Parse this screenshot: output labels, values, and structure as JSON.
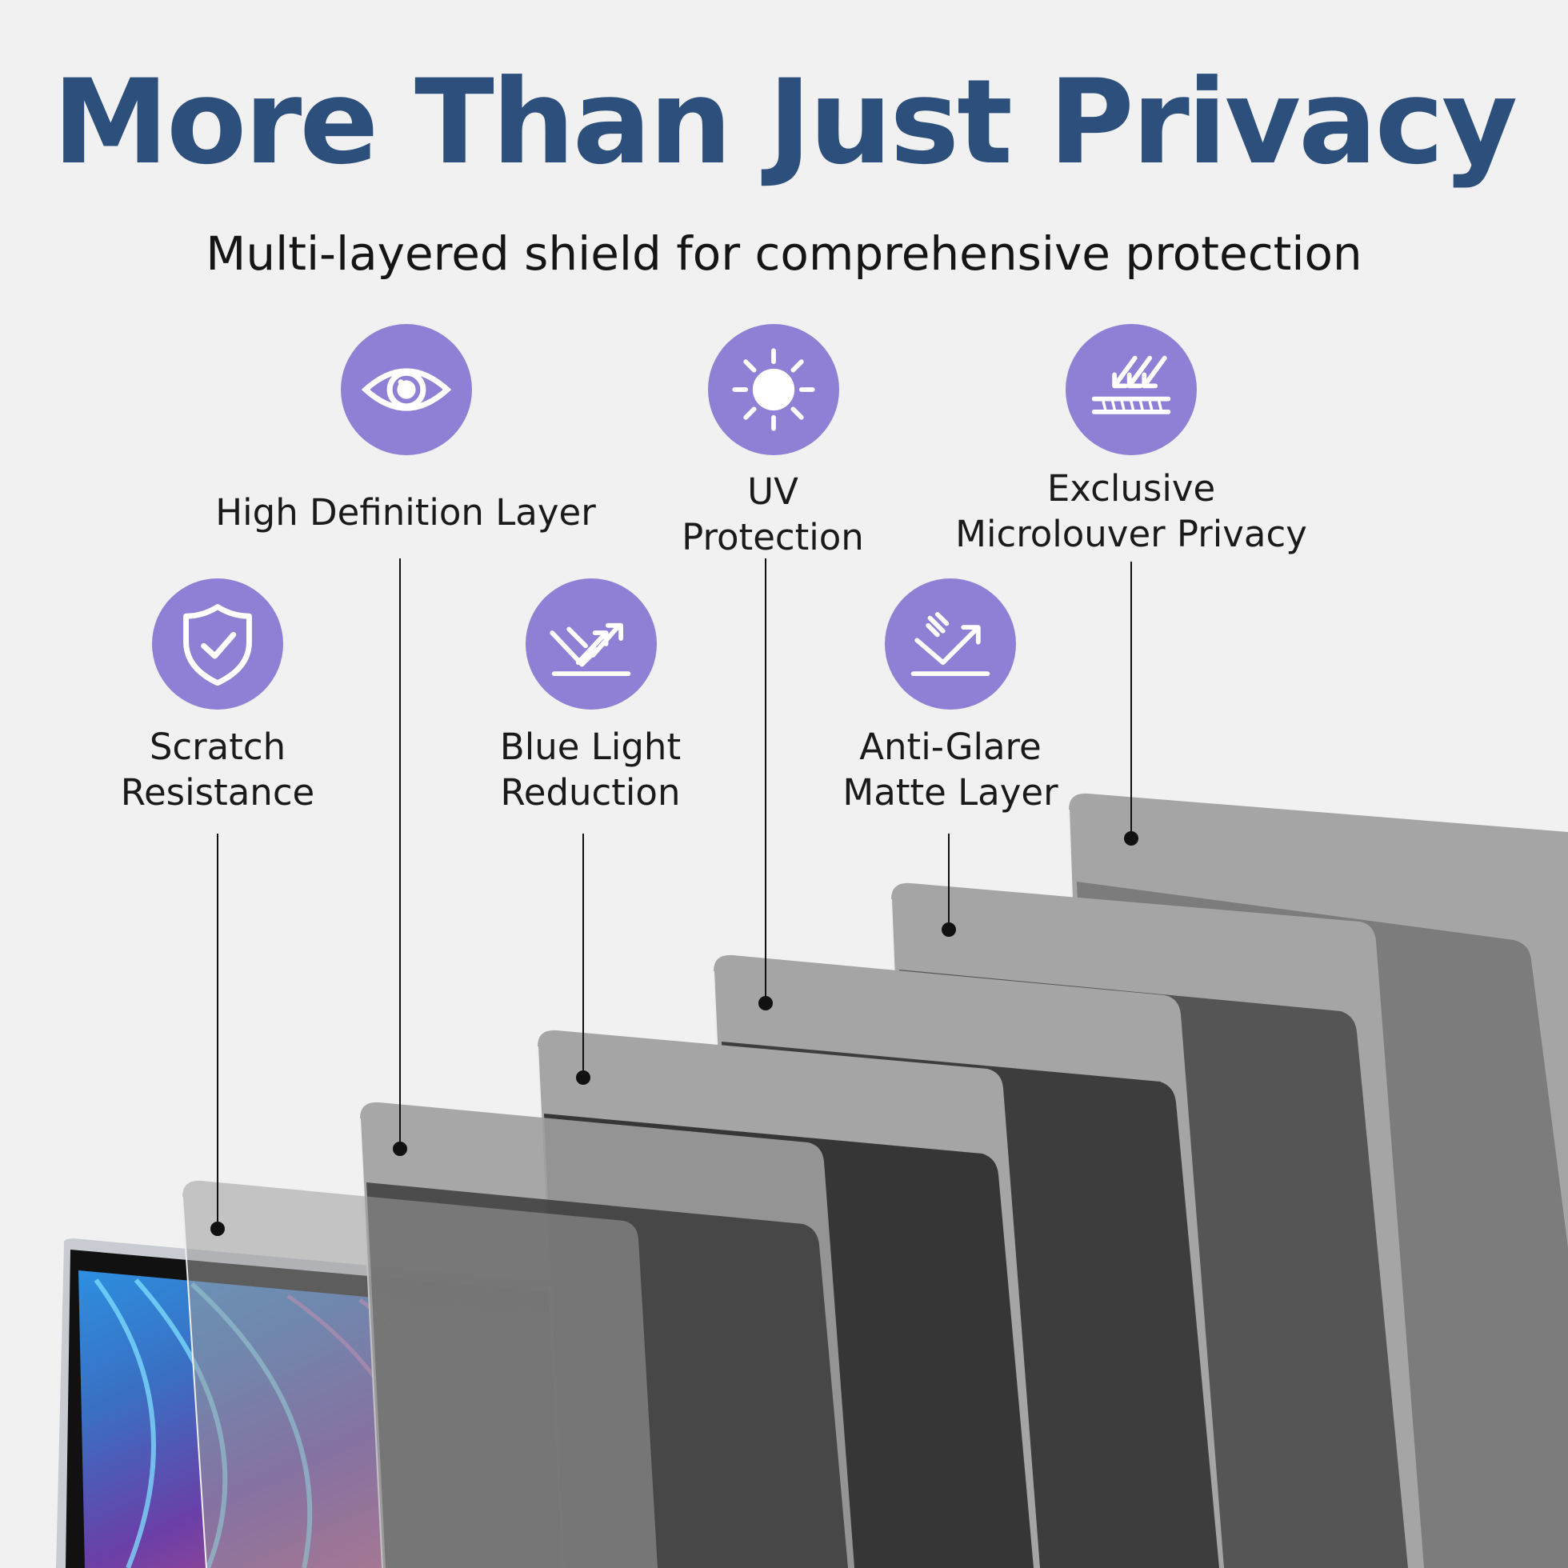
{
  "headline": "More Than Just Privacy",
  "subheadline": "Multi-layered shield for comprehensive protection",
  "colors": {
    "headline": "#2c4f7c",
    "icon_circle": "#8f7fd5",
    "background": "#f1f1f1"
  },
  "features": [
    {
      "label": "Scratch\nResistance",
      "icon": "shield-check-icon"
    },
    {
      "label": "High Definition Layer",
      "icon": "eye-icon"
    },
    {
      "label": "Blue Light\nReduction",
      "icon": "deflect-arrows-icon"
    },
    {
      "label": "UV\nProtection",
      "icon": "sun-icon"
    },
    {
      "label": "Anti-Glare\nMatte Layer",
      "icon": "glare-reflect-icon"
    },
    {
      "label": "Exclusive\nMicrolouver Privacy",
      "icon": "microlouver-icon"
    }
  ]
}
